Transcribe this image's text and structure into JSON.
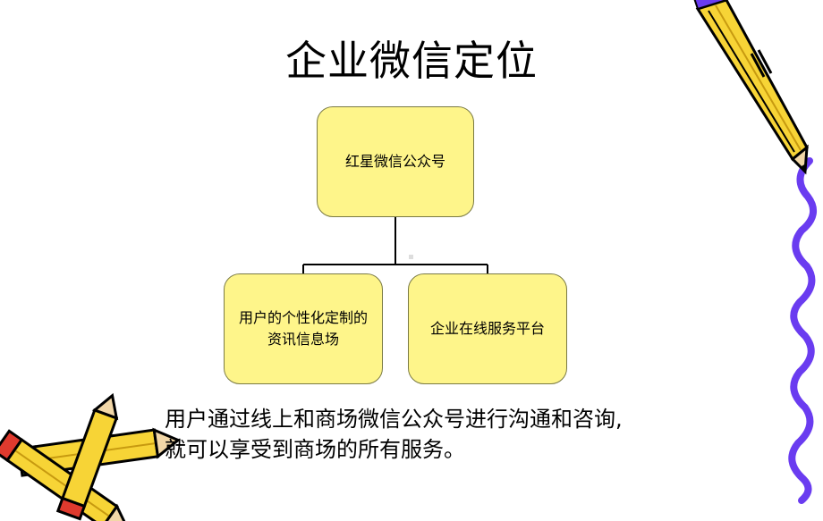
{
  "slide": {
    "title": "企业微信定位",
    "root_node": "红星微信公众号",
    "child_nodes": [
      {
        "line1": "用户的个性化定制的",
        "line2": "资讯信息场"
      },
      {
        "line1": "企业在线服务平台"
      }
    ],
    "body_lines": [
      "用户通过线上和商场微信公众号进行沟通和咨询,",
      "就可以享受到商场的所有服务。"
    ]
  },
  "colors": {
    "box_fill": "#fef58a",
    "border_wave": "#6a3cf0",
    "pencil_body": "#f7d436"
  },
  "icons": [
    "pencil-clipart-icon",
    "pencils-clipart-icon",
    "wavy-border-icon"
  ]
}
